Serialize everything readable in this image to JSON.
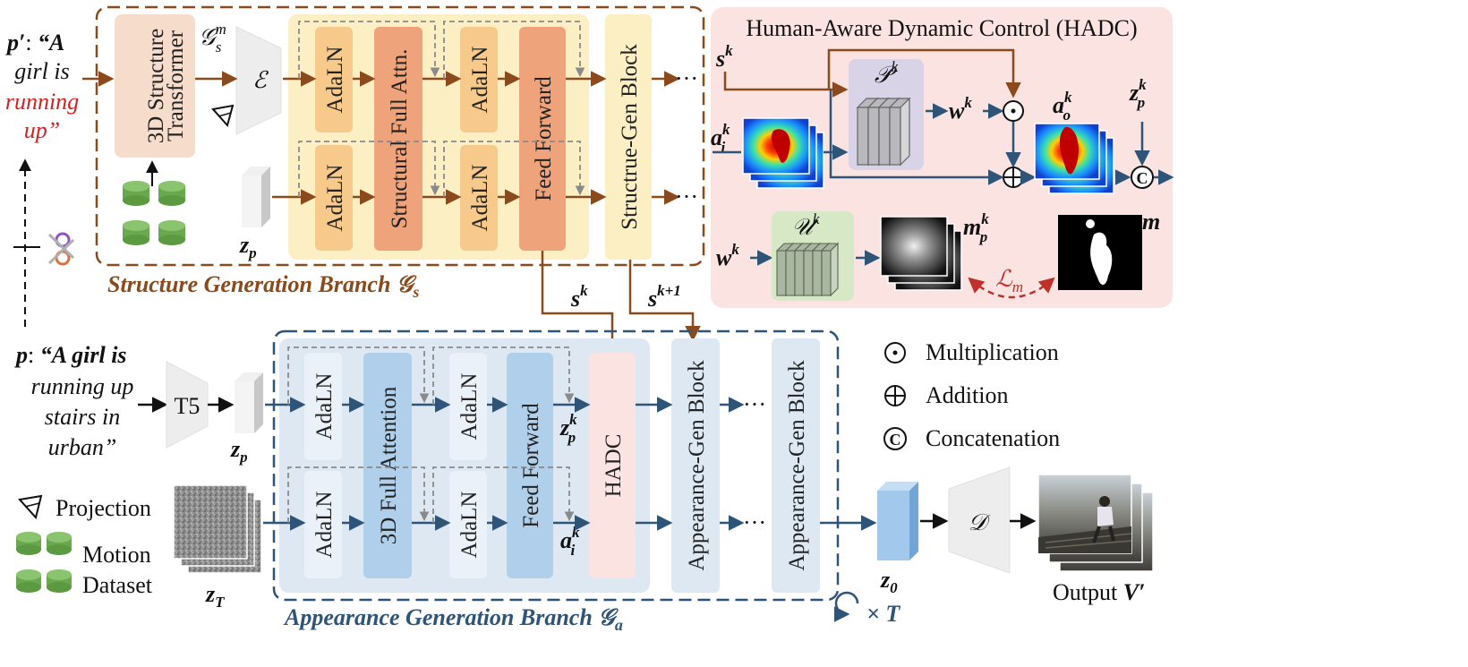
{
  "prompts": {
    "edited_prompt": {
      "symbol": "p′",
      "line1": "“A",
      "line2": "girl is",
      "highlight_line1": "running",
      "highlight_line2": "up”"
    },
    "original_prompt": {
      "symbol": "p",
      "line1": "“A girl is",
      "line2": "running up",
      "line3": "stairs in",
      "line4": "urban”"
    }
  },
  "structure_branch": {
    "title": "Structure Generation Branch 𝒢",
    "title_sub": "s",
    "transformer_line1": "3D Structure",
    "transformer_line2": "Transformer",
    "gsm": "𝒢",
    "gsm_sub": "s",
    "gsm_sup": "m",
    "encoder": "ℰ",
    "adaln": "AdaLN",
    "attn": "Structural Full Attn.",
    "ff": "Feed Forward",
    "block": "Structrue-Gen Block",
    "zp": "z",
    "zp_sub": "p",
    "ellipsis": "···"
  },
  "hadc_panel": {
    "title": "Human-Aware Dynamic Control (HADC)",
    "sk": "s",
    "sk_sup": "k",
    "pk": "𝒫",
    "pk_sup": "k",
    "wk": "w",
    "wk_sup": "k",
    "aik": "a",
    "aik_sub": "i",
    "aik_sup": "k",
    "aok": "a",
    "aok_sub": "o",
    "aok_sup": "k",
    "zpk": "z",
    "zpk_sub": "p",
    "zpk_sup": "k",
    "uk": "𝒰",
    "uk_sup": "k",
    "mpk": "m",
    "mpk_sub": "p",
    "mpk_sup": "k",
    "m": "m",
    "loss": "ℒ",
    "loss_sub": "m"
  },
  "connections": {
    "sk": "s",
    "sk_sup": "k",
    "sk1": "s",
    "sk1_sup": "k+1"
  },
  "appearance_branch": {
    "title": "Appearance Generation Branch 𝒢",
    "title_sub": "a",
    "t5": "T5",
    "zp": "z",
    "zp_sub": "p",
    "zT": "z",
    "zT_sub": "T",
    "adaln": "AdaLN",
    "attn": "3D Full Attention",
    "ff": "Feed Forward",
    "hadc": "HADC",
    "block": "Appearance-Gen Block",
    "zpk": "z",
    "zpk_sub": "p",
    "zpk_sup": "k",
    "aik": "a",
    "aik_sub": "i",
    "aik_sup": "k",
    "ellipsis": "···",
    "loop": "× T"
  },
  "legend": {
    "multiplication": "Multiplication",
    "addition": "Addition",
    "concatenation": "Concatenation",
    "projection": "Projection",
    "motion": "Motion",
    "dataset": "Dataset"
  },
  "output": {
    "z0": "z",
    "z0_sub": "0",
    "decoder": "𝒟",
    "label": "Output ",
    "symbol": "V′"
  },
  "colors": {
    "brown": "#8B4A1C",
    "blue": "#2E5478",
    "red": "#D42020",
    "hadc_bg": "#FBE3E1",
    "struct_bg": "#FDEFC4",
    "adaln_orange": "#F7CA8C",
    "ff_orange": "#EEA37A",
    "app_bg": "#DDE8F3",
    "app_attn": "#B0CFEA"
  }
}
